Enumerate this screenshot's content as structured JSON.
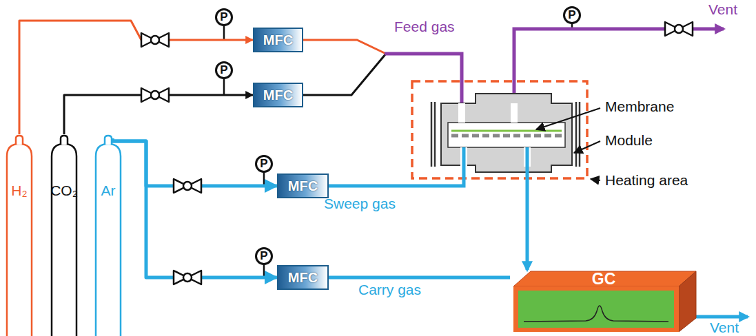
{
  "diagram": {
    "nodes": [
      {
        "text": [
          "H₂"
        ]
      },
      {
        "text": [
          "CO₂"
        ]
      },
      {
        "text": [
          "Ar"
        ]
      },
      {
        "text": [
          "P"
        ]
      },
      {
        "text": [
          "MFC"
        ]
      },
      {
        "text": [
          "P"
        ]
      },
      {
        "text": [
          "MFC"
        ]
      },
      {
        "text": [
          "P"
        ]
      },
      {
        "text": [
          "P"
        ]
      },
      {
        "text": [
          "MFC"
        ]
      },
      {
        "text": [
          "P"
        ]
      },
      {
        "text": [
          "MFC"
        ]
      },
      {
        "text": [
          "GC"
        ]
      }
    ],
    "edges": [
      {
        "from": 0,
        "to": 4,
        "arrow": "to"
      },
      {
        "from": 1,
        "to": 6,
        "arrow": "to"
      },
      {
        "from": 2,
        "to": 9,
        "arrow": "to"
      },
      {
        "from": 2,
        "to": 11,
        "arrow": "to"
      },
      {
        "from": 11,
        "to": 12,
        "arrow": "none",
        "label": "Carry gas"
      }
    ],
    "labels": [
      "Feed gas",
      "Vent",
      "Membrane",
      "Module",
      "Heating area",
      "Sweep gas",
      "Vent"
    ]
  }
}
